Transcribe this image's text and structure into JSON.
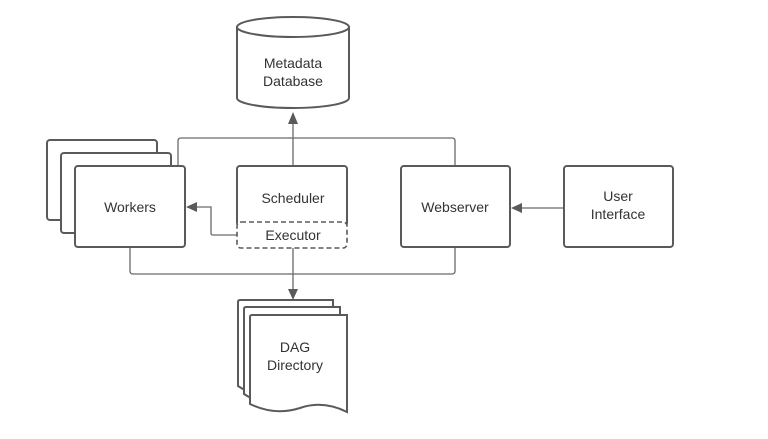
{
  "nodes": {
    "metadata_db": {
      "line1": "Metadata",
      "line2": "Database"
    },
    "workers": {
      "label": "Workers"
    },
    "scheduler": {
      "label": "Scheduler"
    },
    "executor": {
      "label": "Executor"
    },
    "webserver": {
      "label": "Webserver"
    },
    "user_interface": {
      "line1": "User",
      "line2": "Interface"
    },
    "dag_directory": {
      "line1": "DAG",
      "line2": "Directory"
    }
  },
  "colors": {
    "stroke": "#5a5a5a",
    "text": "#333333",
    "background": "#ffffff"
  }
}
